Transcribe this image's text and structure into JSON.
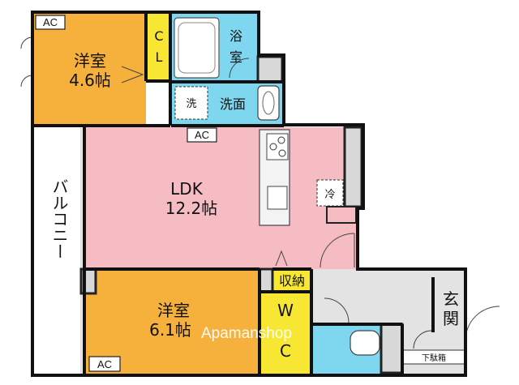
{
  "rooms": {
    "western_top": {
      "name": "洋室",
      "size": "4.6帖",
      "color": "#f5b13c"
    },
    "closet_top": {
      "label_line1": "C",
      "label_line2": "L",
      "color": "#f7e733"
    },
    "bath": {
      "label_line1": "浴",
      "label_line2": "室",
      "color": "#7fd6ef"
    },
    "washroom": {
      "label": "洗面",
      "washer": "洗",
      "color": "#7fd6ef"
    },
    "ldk": {
      "name": "LDK",
      "size": "12.2帖",
      "color": "#f6bcc4",
      "fridge": "冷"
    },
    "balcony": {
      "label": "バルコニー"
    },
    "western_bottom": {
      "name": "洋室",
      "size": "6.1帖",
      "color": "#f5b13c"
    },
    "storage": {
      "label": "収納",
      "color": "#f7e733"
    },
    "walkin_closet": {
      "label_line1": "W",
      "label_line2": "C",
      "color": "#f7e733"
    },
    "entrance": {
      "label_line1": "玄",
      "label_line2": "関",
      "shoe_box": "下駄箱",
      "color": "#e3e3e3"
    },
    "toilet": {
      "color": "#7fd6ef"
    }
  },
  "ac_labels": [
    "AC",
    "AC",
    "AC"
  ],
  "watermark": "Apamanshop"
}
